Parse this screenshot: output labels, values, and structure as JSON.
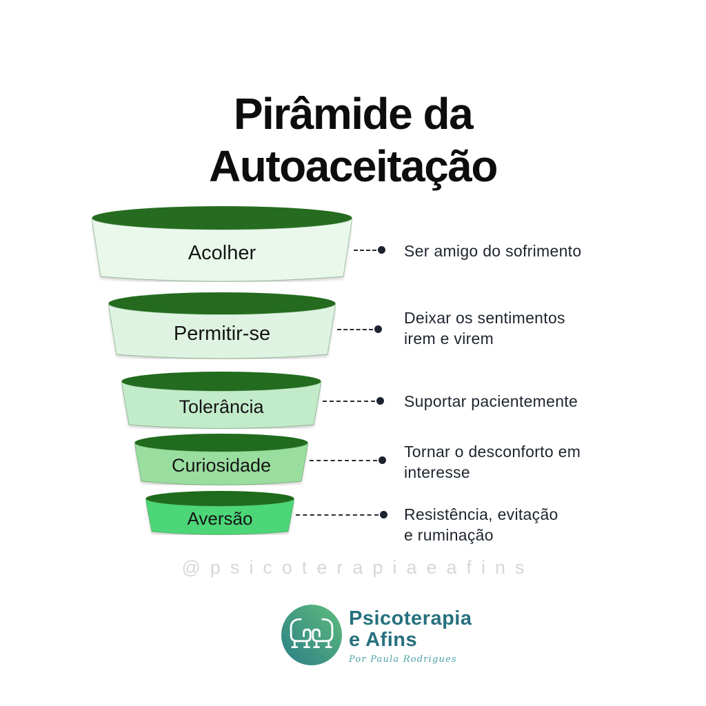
{
  "title_lines": [
    "Pirâmide da",
    "Autoaceitação"
  ],
  "funnel": {
    "levels": [
      {
        "label": "Acolher",
        "description": "Ser amigo do sofrimento",
        "body_color": "#eaf8ec",
        "top_color": "#266c20"
      },
      {
        "label": "Permitir-se",
        "description": "Deixar os sentimentos\nirem e virem",
        "body_color": "#def3e1",
        "top_color": "#246b1f"
      },
      {
        "label": "Tolerância",
        "description": "Suportar pacientemente",
        "body_color": "#c2ebca",
        "top_color": "#236b1f"
      },
      {
        "label": "Curiosidade",
        "description": "Tornar o desconforto em\ninteresse",
        "body_color": "#9ade9f",
        "top_color": "#216b1e"
      },
      {
        "label": "Aversão",
        "description": "Resistência, evitação\ne ruminação",
        "body_color": "#4dd678",
        "top_color": "#1f6b1d"
      }
    ],
    "connector_color": "#20262f"
  },
  "watermark": "@psicoterapiaeafins",
  "logo": {
    "icon": "two-armchairs-icon",
    "name_line1": "Psicoterapia",
    "name_line2": "e Afins",
    "byline": "Por Paula Rodrigues",
    "text_color": "#26707e",
    "gradient_start": "#2b7e86",
    "gradient_end": "#5ebd7c"
  }
}
